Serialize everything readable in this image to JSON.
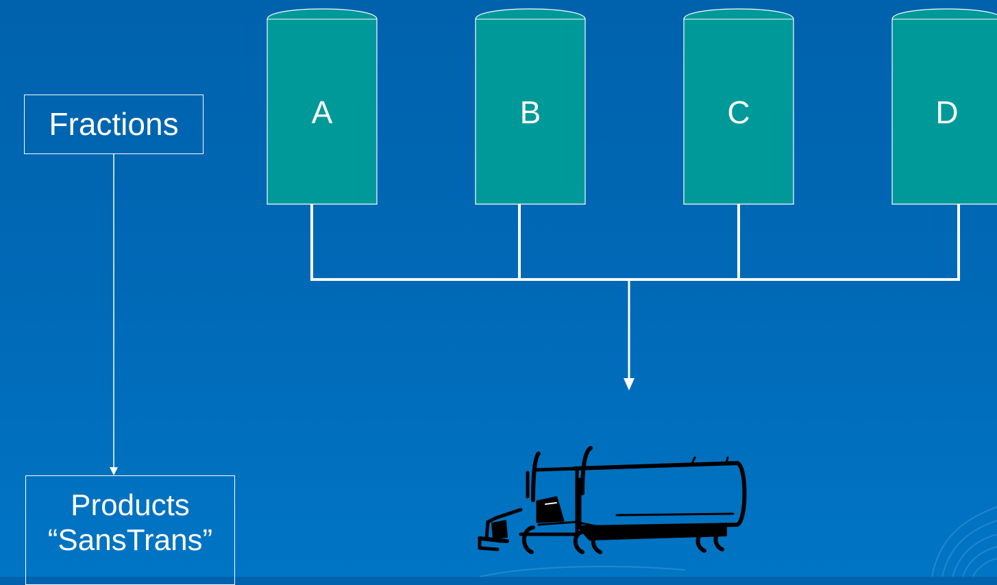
{
  "diagram": {
    "fractions_label": "Fractions",
    "products_label_line1": "Products",
    "products_label_line2": "“SansTrans”",
    "tanks": [
      "A",
      "B",
      "C",
      "D"
    ],
    "colors": {
      "background": "#0068b5",
      "tank_fill": "#009999",
      "line": "#ffffff",
      "truck": "#000000"
    },
    "icons": {
      "truck": "tanker-truck-icon"
    }
  }
}
